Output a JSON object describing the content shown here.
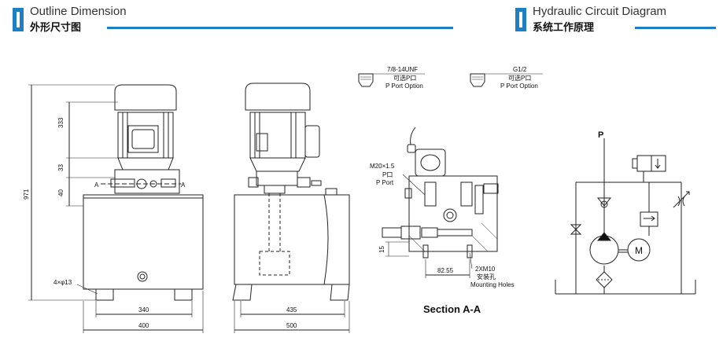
{
  "header_left": {
    "title_en": "Outline Dimension",
    "title_cn": "外形尺寸图"
  },
  "header_right": {
    "title_en": "Hydraulic Circuit Diagram",
    "title_cn": "系统工作原理"
  },
  "front_view": {
    "dim_333": "333",
    "dim_33": "33",
    "dim_40": "40",
    "dim_971": "971",
    "holes": "4×φ13",
    "dim_340": "340",
    "dim_400": "400",
    "section_mark_left": "A",
    "section_mark_right": "A"
  },
  "side_view": {
    "dim_435": "435",
    "dim_500": "500"
  },
  "port_options": {
    "unf": {
      "thread": "7/8-14UNF",
      "cn": "可选P口",
      "en": "P Port Option"
    },
    "g12": {
      "thread": "G1/2",
      "cn": "可选P口",
      "en": "P Port Option"
    }
  },
  "section": {
    "port_thread": "M20×1.5",
    "port_cn": "P口",
    "port_en": "P Port",
    "dim_15": "15",
    "dim_8255": "82.55",
    "mount_thread": "2XM10",
    "mount_cn": "安装孔",
    "mount_en": "Mounting Holes",
    "title": "Section A-A"
  },
  "circuit": {
    "port_label": "P",
    "motor_label": "M"
  }
}
